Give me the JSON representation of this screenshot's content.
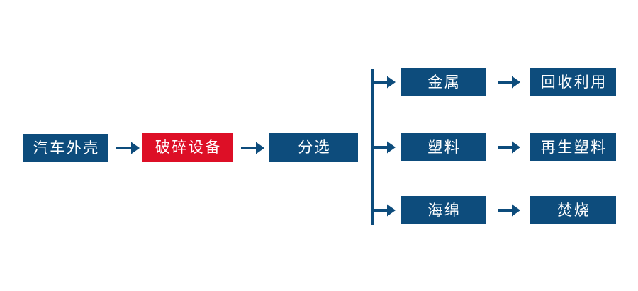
{
  "diagram": {
    "type": "process-flow",
    "title": "",
    "background_color": "#ffffff",
    "colors": {
      "primary_blue": "#0d4c7c",
      "highlight_red": "#dd0f26",
      "node_text": "#ffffff",
      "arrow": "#0d4c7c"
    },
    "main_chain": [
      {
        "label": "汽车外壳",
        "color": "#0d4c7c"
      },
      {
        "label": "破碎设备",
        "color": "#dd0f26"
      },
      {
        "label": "分选",
        "color": "#0d4c7c"
      }
    ],
    "branches": [
      {
        "material": "金属",
        "destination": "回收利用"
      },
      {
        "material": "塑料",
        "destination": "再生塑料"
      },
      {
        "material": "海绵",
        "destination": "焚烧"
      }
    ],
    "connectors": {
      "arrow_glyph": "→",
      "split_point_label": "分选"
    }
  }
}
